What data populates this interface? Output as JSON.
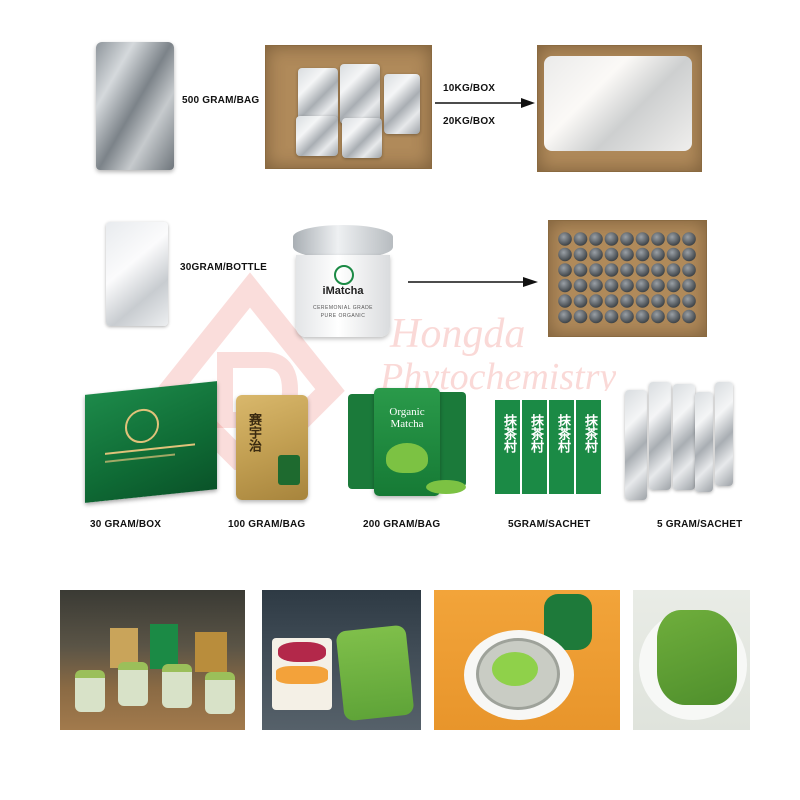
{
  "watermark": {
    "line1": "Hongda",
    "line2": "Phytochemistry"
  },
  "row1": {
    "bag_label": "500 GRAM/BAG",
    "box_label_1": "10KG/BOX",
    "box_label_2": "20KG/BOX"
  },
  "row2": {
    "bottle_label": "30GRAM/BOTTLE",
    "tin_brand": "iMatcha",
    "tin_subtitle_1": "CEREMONIAL GRADE",
    "tin_subtitle_2": "PURE ORGANIC"
  },
  "row3": {
    "box_label": "30 GRAM/BOX",
    "bag100_label": "100 GRAM/BAG",
    "bag200_label": "200 GRAM/BAG",
    "sachet_label_1": "5GRAM/SACHET",
    "sachet_label_2": "5 GRAM/SACHET",
    "bag100_chars": "赛宇治",
    "organic_word": "Organic",
    "matcha_word": "Matcha",
    "sachet_chars": "抹茶村"
  },
  "colors": {
    "matcha_green": "#1b8a45",
    "matcha_bright": "#7cc243",
    "gold": "#c9a45a",
    "watermark": "#ec786e"
  }
}
